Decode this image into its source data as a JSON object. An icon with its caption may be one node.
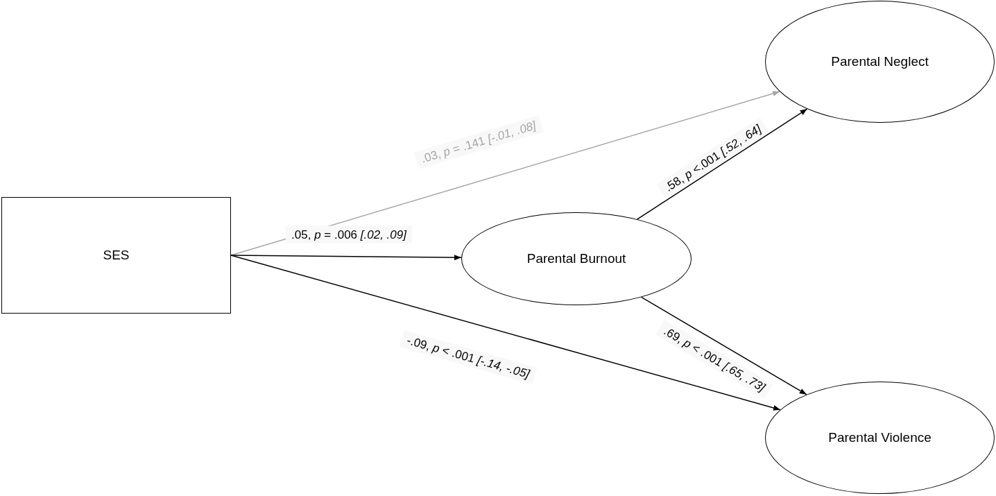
{
  "diagram": {
    "nodes": [
      {
        "text": [
          "SES"
        ]
      },
      {
        "text": [
          "Parental Burnout"
        ]
      },
      {
        "text": [
          "Parental Neglect"
        ]
      },
      {
        "text": [
          "Parental Violence"
        ]
      }
    ],
    "edges": [
      {
        "from": 0,
        "to": 2,
        "arrow": "to",
        "label": ".03, *p* = .141 *[-.01, .08]*",
        "color": "#a6a6a6"
      },
      {
        "from": 0,
        "to": 1,
        "arrow": "to",
        "label": ".05, *p* = .006 *[.02, .09]*"
      },
      {
        "from": 0,
        "to": 3,
        "arrow": "to",
        "label": "-.09, *p* < .001 *[-.14, -.05]*"
      },
      {
        "from": 1,
        "to": 2,
        "arrow": "to",
        "label": ".58, *p* <.001 *[.52, .64]*"
      },
      {
        "from": 1,
        "to": 3,
        "arrow": "to",
        "label": ".69, *p* < .001 *[.65, .73]*"
      }
    ]
  }
}
